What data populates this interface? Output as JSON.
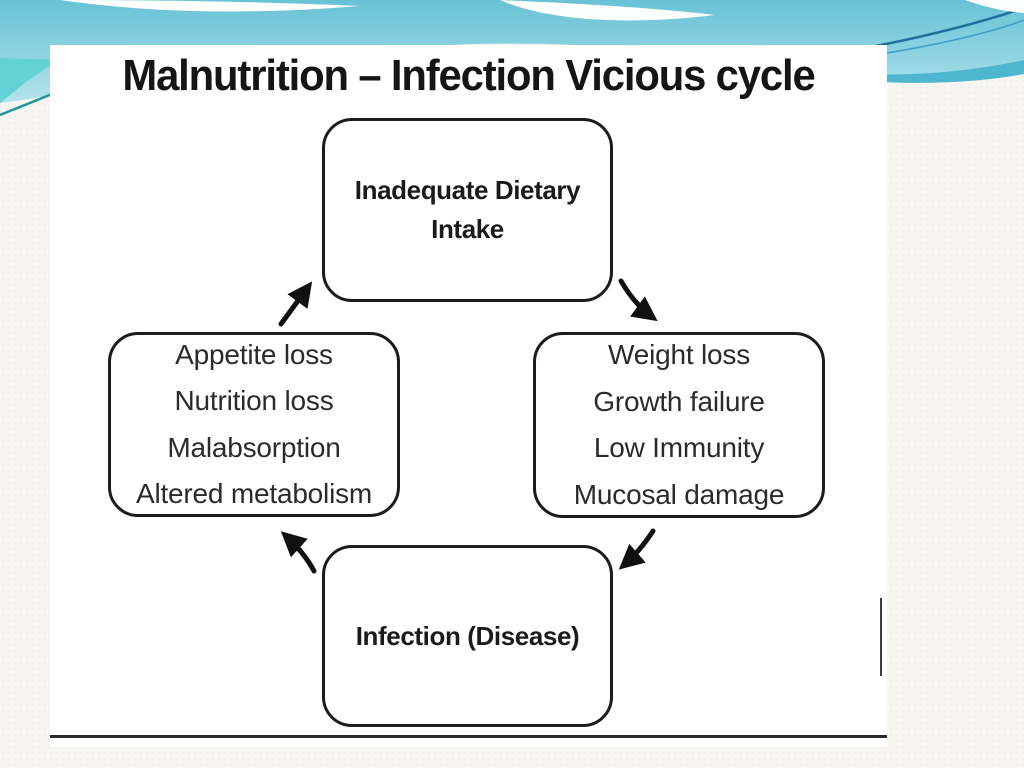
{
  "slide": {
    "title": "Malnutrition – Infection Vicious cycle",
    "theme": {
      "header_blue_top": "#68c2d5",
      "header_blue_bottom": "#b3e4ed",
      "header_band_blue": "#4fb6d0",
      "accent_teal_wedge": "#62d2d4",
      "accent_teal_line": "#17989e",
      "accent_navy_line": "#1e6e9e",
      "slide_background": "#f7f6f3",
      "figure_background": "#ffffff",
      "node_border": "#1c1c1c",
      "arrow_color": "#111111",
      "rule_color": "#2b2b2b"
    }
  },
  "diagram": {
    "top_box": {
      "lines": [
        "Inadequate Dietary",
        "Intake"
      ],
      "emphasis": true
    },
    "right_box": {
      "lines": [
        "Weight loss",
        "Growth failure",
        "Low Immunity",
        "Mucosal damage"
      ],
      "emphasis": false
    },
    "bottom_box": {
      "lines": [
        "Infection (Disease)"
      ],
      "emphasis": true
    },
    "left_box": {
      "lines": [
        "Appetite loss",
        "Nutrition loss",
        "Malabsorption",
        "Altered metabolism"
      ],
      "emphasis": false
    },
    "arrows": [
      {
        "from": "left_box",
        "to": "top_box",
        "direction": "up-right"
      },
      {
        "from": "top_box",
        "to": "right_box",
        "direction": "down-right"
      },
      {
        "from": "right_box",
        "to": "bottom_box",
        "direction": "down-left"
      },
      {
        "from": "bottom_box",
        "to": "left_box",
        "direction": "up-left"
      }
    ]
  }
}
